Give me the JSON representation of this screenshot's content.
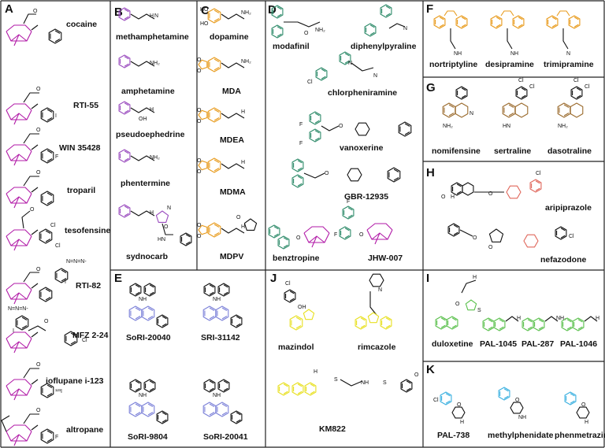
{
  "palette": {
    "magenta": "#b11aa7",
    "purple": "#9b4dbf",
    "orange": "#e89a1a",
    "teal": "#2e8b6a",
    "brown": "#9a6a2c",
    "red": "#e0675b",
    "periwinkle": "#7b80d8",
    "yellow": "#e8e020",
    "green": "#5ac04c",
    "cyan": "#3ab0e0",
    "bond": "#111111",
    "border": "#222222"
  },
  "panels": [
    {
      "letter": "A",
      "compounds": [
        "cocaine",
        "RTI-55",
        "WIN 35428",
        "troparil",
        "tesofensine",
        "RTI-82",
        "MFZ 2-24",
        "ioflupane i-123",
        "altropane"
      ]
    },
    {
      "letter": "B",
      "compounds": [
        "methamphetamine",
        "amphetamine",
        "pseudoephedrine",
        "phentermine",
        "sydnocarb"
      ]
    },
    {
      "letter": "C",
      "compounds": [
        "dopamine",
        "MDA",
        "MDEA",
        "MDMA",
        "MDPV"
      ]
    },
    {
      "letter": "D",
      "compounds": [
        "modafinil",
        "diphenylpyraline",
        "chlorpheniramine",
        "vanoxerine",
        "GBR-12935",
        "benztropine",
        "JHW-007"
      ]
    },
    {
      "letter": "E",
      "compounds": [
        "SoRI-20040",
        "SRI-31142",
        "SoRI-9804",
        "SoRI-20041"
      ]
    },
    {
      "letter": "F",
      "compounds": [
        "nortriptyline",
        "desipramine",
        "trimipramine"
      ]
    },
    {
      "letter": "G",
      "compounds": [
        "nomifensine",
        "sertraline",
        "dasotraline"
      ]
    },
    {
      "letter": "H",
      "compounds": [
        "aripiprazole",
        "nefazodone"
      ]
    },
    {
      "letter": "I",
      "compounds": [
        "duloxetine",
        "PAL-1045",
        "PAL-287",
        "PAL-1046"
      ]
    },
    {
      "letter": "J",
      "compounds": [
        "mazindol",
        "rimcazole",
        "KM822"
      ]
    },
    {
      "letter": "K",
      "compounds": [
        "PAL-738",
        "methylphenidate",
        "phenmetrazine"
      ]
    }
  ],
  "atoms": {
    "O": "O",
    "N": "N",
    "H": "H",
    "NH": "NH",
    "NH2": "NH₂",
    "HN": "HN",
    "HO": "HO",
    "OH": "OH",
    "Cl": "Cl",
    "F": "F",
    "I": "I",
    "S": "S",
    "azide": "N=N=N-",
    "i123": "¹²³I"
  }
}
